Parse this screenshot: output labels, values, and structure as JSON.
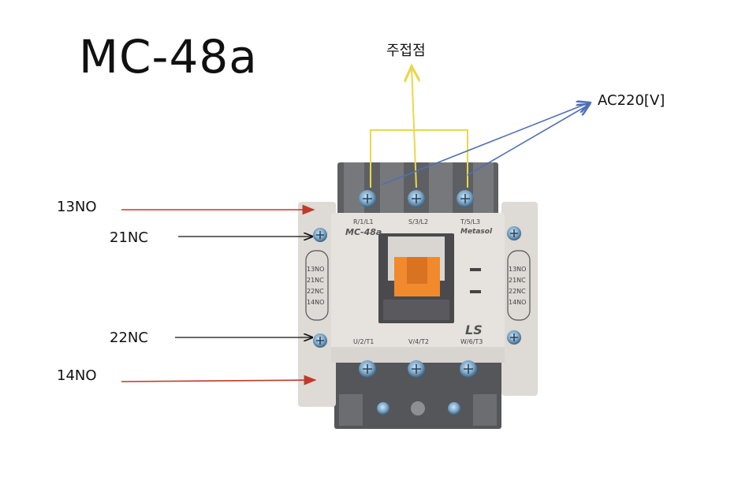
{
  "title": "MC-48a",
  "labels": {
    "main_contact": "주접점",
    "coil_voltage": "AC220[V]",
    "no13": "13NO",
    "nc21": "21NC",
    "nc22": "22NC",
    "no14": "14NO"
  },
  "device": {
    "top_terminals": [
      "R/1/L1",
      "S/3/L2",
      "T/5/L3"
    ],
    "bottom_terminals": [
      "U/2/T1",
      "V/4/T2",
      "W/6/T3"
    ],
    "model": "MC-48a",
    "brand": "Metasol",
    "logo": "LS",
    "aux_left": [
      "13NO",
      "21NC",
      "22NC",
      "14NO"
    ],
    "aux_right": [
      "13NO",
      "21NC",
      "22NC",
      "14NO"
    ]
  },
  "colors": {
    "no_arrow": "#c0392b",
    "ac_arrow": "#4f6fb5",
    "main_bracket": "#e8d84a",
    "nc_arrow": "#111111",
    "actuator": "#f08a2c"
  }
}
